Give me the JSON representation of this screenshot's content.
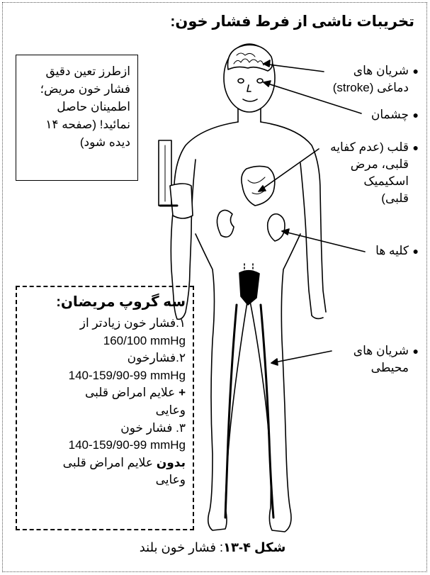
{
  "title": "تخریبات ناشی از فرط فشار خون:",
  "info_box": {
    "lines": [
      "ازطرز تعین دقیق",
      "فشار خون مریض؛",
      "اطمینان حاصل",
      "نمائید! (صفحه ۱۴",
      "دیده شود)"
    ]
  },
  "groups": {
    "title": "سه گروپ مریضان:",
    "item1_line1": "۱.فشار خون زیادتر از",
    "item1_line2": "160/100 mmHg",
    "item2_line1": "۲.فشارخون",
    "item2_line2": "140-159/90-99 mmHg",
    "item2_plus": "+",
    "item2_line3": "علایم امراض قلبی",
    "item2_line4": "وعایی",
    "item3_line1": "۳. فشار خون",
    "item3_line2": "140-159/90-99 mmHg",
    "item3_bold": "بدون",
    "item3_line3": "علایم امراض قلبی",
    "item3_line4": "وعایی"
  },
  "labels": {
    "arteries_brain_1": "شریان های",
    "arteries_brain_2": "دماغی (stroke)",
    "eyes": "چشمان",
    "heart_1": "قلب (عدم کفایه",
    "heart_2": "قلبی، مرض",
    "heart_3": "اسکیمیک",
    "heart_4": "قلبی)",
    "kidneys": "کلیه ها",
    "peripheral_1": "شریان های",
    "peripheral_2": "محیطی"
  },
  "caption": {
    "prefix": "شکل ۴-۱۳",
    "text": ": فشار خون بلند"
  },
  "colors": {
    "ink": "#000000",
    "border": "#555555"
  }
}
